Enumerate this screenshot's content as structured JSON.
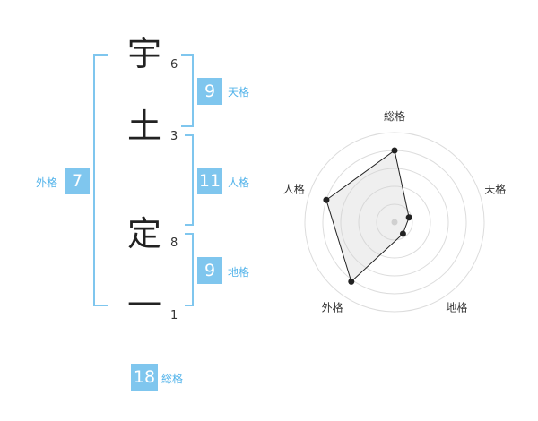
{
  "name_chars": [
    {
      "char": "宇",
      "strokes": "6"
    },
    {
      "char": "土",
      "strokes": "3"
    },
    {
      "char": "定",
      "strokes": "8"
    },
    {
      "char": "一",
      "strokes": "1"
    }
  ],
  "kakaku": {
    "tenkaku": {
      "value": "9",
      "label": "天格"
    },
    "jinkaku": {
      "value": "11",
      "label": "人格"
    },
    "chikaku": {
      "value": "9",
      "label": "地格"
    },
    "gaikaku": {
      "value": "7",
      "label": "外格"
    },
    "soukaku": {
      "value": "18",
      "label": "総格"
    }
  },
  "colors": {
    "accent": "#7fc6ee",
    "label": "#52b3ea"
  },
  "chart_data": {
    "type": "radar",
    "axes": [
      "総格",
      "天格",
      "地格",
      "外格",
      "人格"
    ],
    "values": [
      0.8,
      0.17,
      0.16,
      0.82,
      0.8
    ],
    "rings": 5,
    "max": 1
  }
}
